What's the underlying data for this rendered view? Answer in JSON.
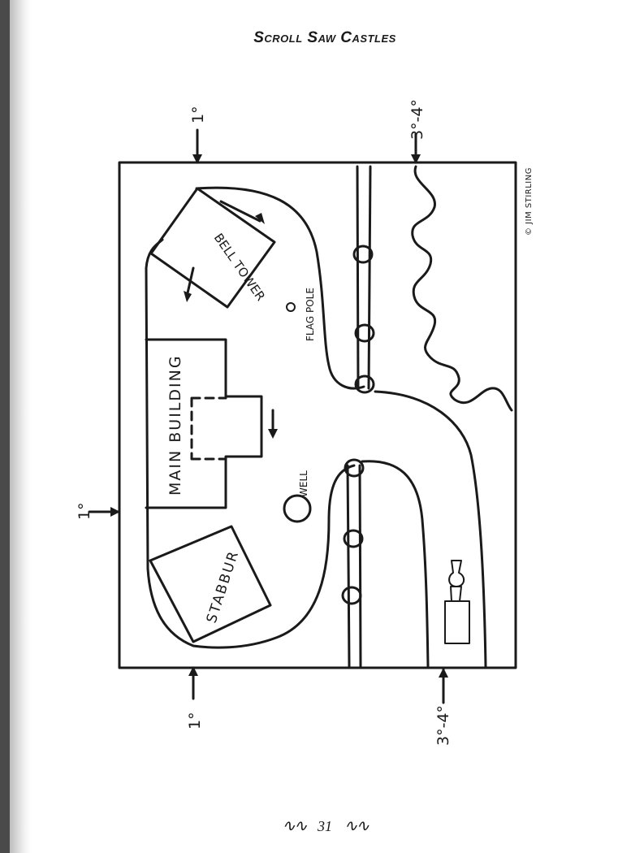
{
  "page": {
    "header": "Scroll Saw Castles",
    "page_number": "31",
    "ornament": "∿∿"
  },
  "plan": {
    "labels": {
      "bell_tower": "BELL TOWER",
      "flag_pole": "FLAG POLE",
      "main_building": "MAIN BUILDING",
      "well": "WELL",
      "stabbur": "STABBUR"
    },
    "angles": {
      "top_left": "1°",
      "top_right": "3°-4°",
      "left_side": "1°",
      "bottom_left": "1°",
      "bottom_right": "3°-4°"
    },
    "copyright": "© JIM STIRLING"
  }
}
